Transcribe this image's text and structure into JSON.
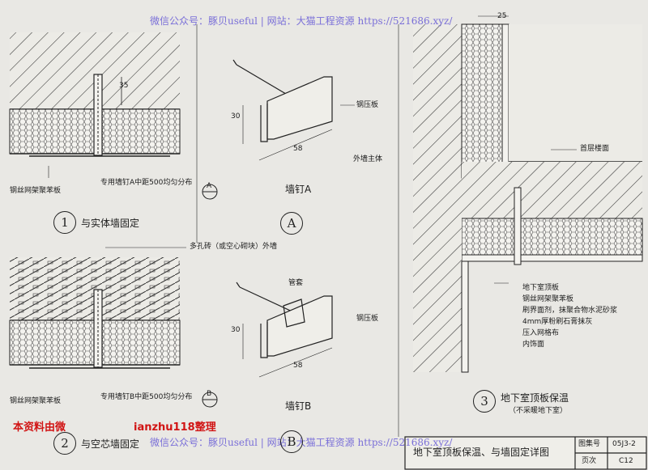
{
  "watermark_top": "微信公众号：豚贝useful | 网站：大猫工程资源 https://521686.xyz/",
  "watermark_bottom": "微信公众号：豚贝useful | 网站：大猫工程资源 https://521686.xyz/",
  "red_note_left": "本资料由微",
  "red_note_right": "ianzhu118整理",
  "detail1": {
    "num": "1",
    "caption": "与实体墙固定",
    "label_board": "钢丝网架聚苯板",
    "label_nail": "专用墙钉A中距500均匀分布",
    "dim": "35",
    "section_mark": "A"
  },
  "detail2": {
    "num": "2",
    "caption": "与空芯墙固定",
    "label_board": "钢丝网架聚苯板",
    "label_nail": "专用墙钉B中距500均匀分布",
    "label_wall": "多孔砖（或空心砌块）外墙",
    "section_mark": "B"
  },
  "nailA": {
    "mark": "A",
    "caption": "墙钉A",
    "label_plate": "钢压板",
    "dim_h": "30",
    "dim_w": "58"
  },
  "nailB": {
    "mark": "B",
    "caption": "墙钉B",
    "label_plate": "钢压板",
    "label_tube": "管套",
    "dim_h": "30",
    "dim_w": "58"
  },
  "detail3": {
    "num": "3",
    "caption": "地下室顶板保温",
    "subcaption": "（不采暖地下室）",
    "label_wall": "外墙主体",
    "label_floor": "首层楼面",
    "dim_top": "25",
    "layers": [
      "地下室顶板",
      "钢丝网架聚苯板",
      "刷界面剂，抹聚合物水泥砂浆",
      "4mm厚粉刷石膏抹灰",
      "压入网格布",
      "内饰面"
    ]
  },
  "titleblock": {
    "title": "地下室顶板保温、与墙固定详图",
    "atlas_label": "图集号",
    "atlas_value": "05J3-2",
    "page_label": "页次",
    "page_value": "C12"
  }
}
